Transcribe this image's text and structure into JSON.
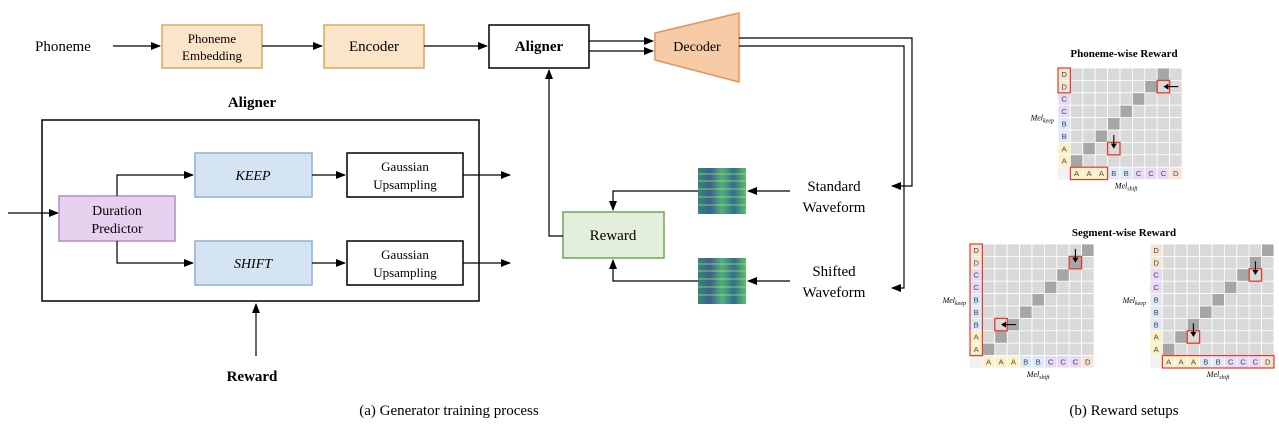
{
  "generator": {
    "input_label": "Phoneme",
    "phoneme_embedding": [
      "Phoneme",
      "Embedding"
    ],
    "encoder": "Encoder",
    "aligner": "Aligner",
    "decoder": "Decoder",
    "aligner_detail_title": "Aligner",
    "duration_predictor": [
      "Duration",
      "Predictor"
    ],
    "keep": "KEEP",
    "shift": "SHIFT",
    "upsampling": [
      "Gaussian",
      "Upsampling"
    ],
    "reward": "Reward",
    "bottom_reward": "Reward",
    "standard_waveform": [
      "Standard",
      "Waveform"
    ],
    "shifted_waveform": [
      "Shifted",
      "Waveform"
    ],
    "caption": "(a)  Generator training process"
  },
  "reward_setups": {
    "phoneme_title": "Phoneme-wise Reward",
    "segment_title": "Segment-wise Reward",
    "row_labels": [
      "D",
      "D",
      "C",
      "C",
      "B",
      "B",
      "A",
      "A"
    ],
    "phoneme_row_labels": [
      "D",
      "D",
      "C",
      "C",
      "B",
      "B",
      "A",
      "A"
    ],
    "col_labels": [
      "A",
      "A",
      "A",
      "B",
      "B",
      "C",
      "C",
      "C",
      "D"
    ],
    "phoneme_col_labels": [
      "A",
      "A",
      "A",
      "B",
      "B",
      "C",
      "C",
      "C",
      "D"
    ],
    "seg_rows": [
      "D",
      "D",
      "C",
      "C",
      "B",
      "B",
      "B",
      "A",
      "A"
    ],
    "seg_cols": [
      "A",
      "A",
      "A",
      "B",
      "B",
      "C",
      "C",
      "C",
      "D"
    ],
    "mel_keep": "Mel",
    "mel_keep_sub": "keep",
    "mel_shift": "Mel",
    "mel_shift_sub": "shift",
    "caption": "(b)  Reward setups"
  },
  "colors": {
    "embedding_fill": "#fbe5c8",
    "embedding_stroke": "#d9a85b",
    "decoder_fill": "#f8cba7",
    "decoder_stroke": "#e0955e",
    "dp_fill": "#e6d2ee",
    "dp_stroke": "#b58ac4",
    "keep_fill": "#d5e4f3",
    "keep_stroke": "#8fb0d2",
    "reward_fill": "#e4efdb",
    "reward_stroke": "#72a35a",
    "grid_cell": "#d9d9d9",
    "diag_cell": "#a6a6a6",
    "highlight": "#e03c31",
    "label_A": "#fdf0c4",
    "label_B": "#dfe9f6",
    "label_C": "#ead9f2",
    "label_D": "#fbe4cf"
  }
}
